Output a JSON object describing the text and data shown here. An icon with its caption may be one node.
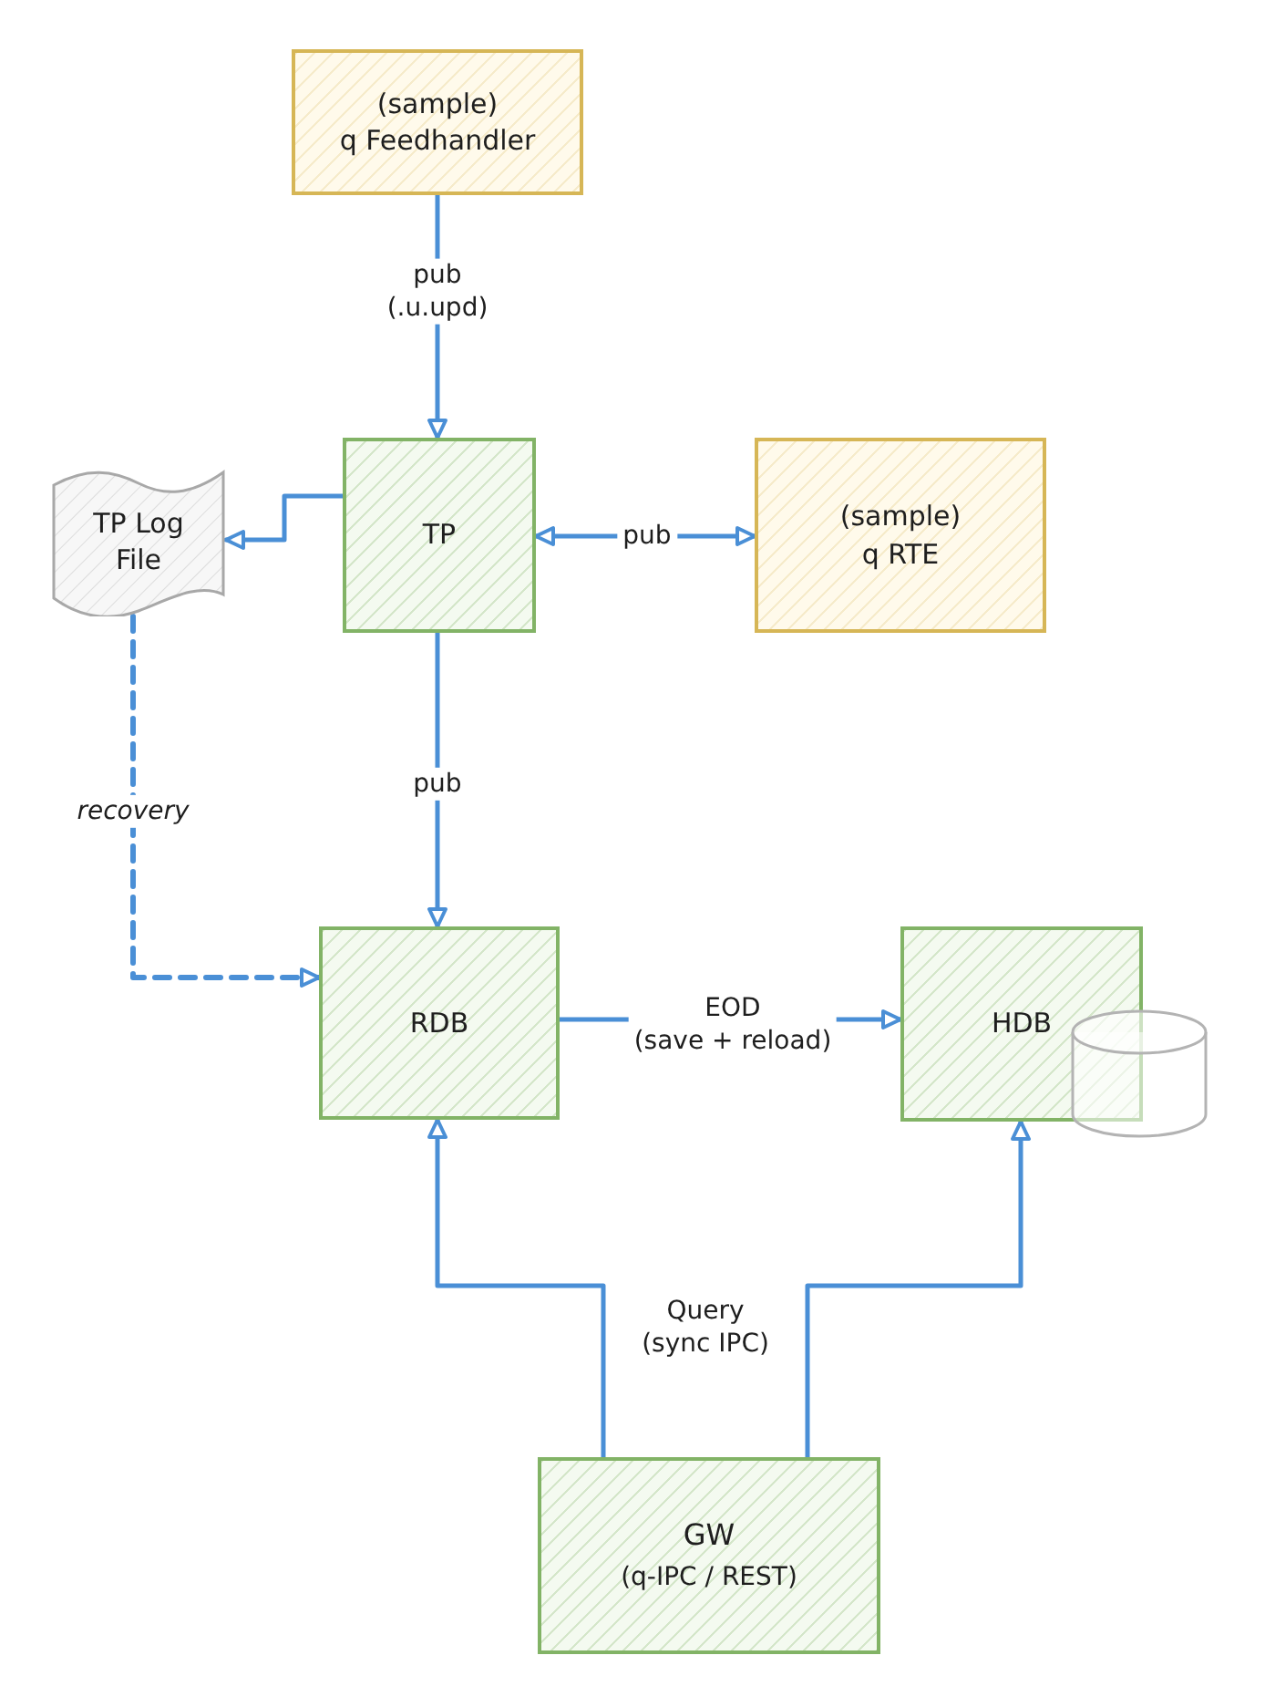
{
  "diagram": {
    "nodes": [
      {
        "text": [
          "(sample) q Feedhandler"
        ]
      },
      {
        "text": [
          "TP Log File"
        ]
      },
      {
        "text": [
          "TP"
        ]
      },
      {
        "text": [
          "(sample) q RTE"
        ]
      },
      {
        "text": [
          "RDB"
        ]
      },
      {
        "text": [
          "HDB"
        ]
      },
      {
        "text": [
          "GW",
          "(q-IPC / REST)"
        ]
      }
    ],
    "edges": [
      {
        "from": 0,
        "to": 2,
        "arrow": "to",
        "label": "pub (.u.upd)"
      },
      {
        "from": 2,
        "to": 1,
        "arrow": "to"
      },
      {
        "from": 2,
        "to": 3,
        "arrow": "both",
        "label": "pub"
      },
      {
        "from": 2,
        "to": 4,
        "arrow": "to",
        "label": "pub"
      },
      {
        "from": 1,
        "to": 4,
        "arrow": "to",
        "label": "recovery",
        "style": "dashed"
      },
      {
        "from": 4,
        "to": 5,
        "arrow": "to",
        "label": "EOD (save + reload)"
      },
      {
        "from": 6,
        "to": 4,
        "arrow": "to",
        "label": "Query (sync IPC)"
      },
      {
        "from": 6,
        "to": 5,
        "arrow": "to"
      }
    ]
  }
}
